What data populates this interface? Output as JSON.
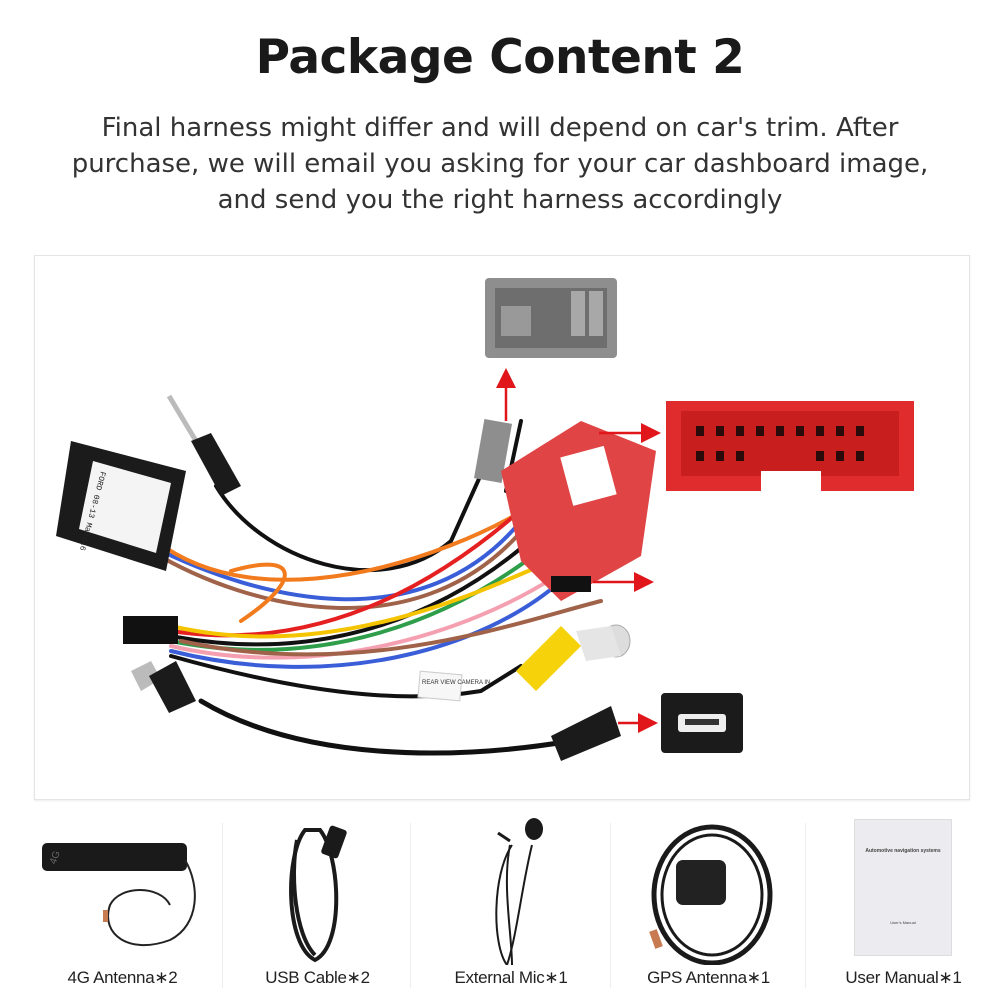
{
  "header": {
    "title": "Package Content 2",
    "subtitle": "Final harness might differ and will depend on car's trim. After purchase, we will email you asking for your car dashboard image, and send you the right harness accordingly"
  },
  "harness_photo": {
    "canbus_label": "FORD 08-13 Mazda6",
    "camera_tag": "REAR VIEW CAMERA IN",
    "colors": {
      "red_connector": "#e23b3b",
      "grey_connector": "#8e8e8e",
      "arrow": "#e0161b",
      "rca": "#f5d20a"
    }
  },
  "accessories": [
    {
      "label": "4G Antenna∗2",
      "icon": "4g-antenna"
    },
    {
      "label": "USB Cable∗2",
      "icon": "usb-cable"
    },
    {
      "label": "External Mic∗1",
      "icon": "microphone"
    },
    {
      "label": "GPS Antenna∗1",
      "icon": "gps-antenna"
    },
    {
      "label": "User Manual∗1",
      "icon": "user-manual",
      "manual_title": "Automotive navigation systems",
      "manual_subtitle": "User's Manual"
    }
  ]
}
